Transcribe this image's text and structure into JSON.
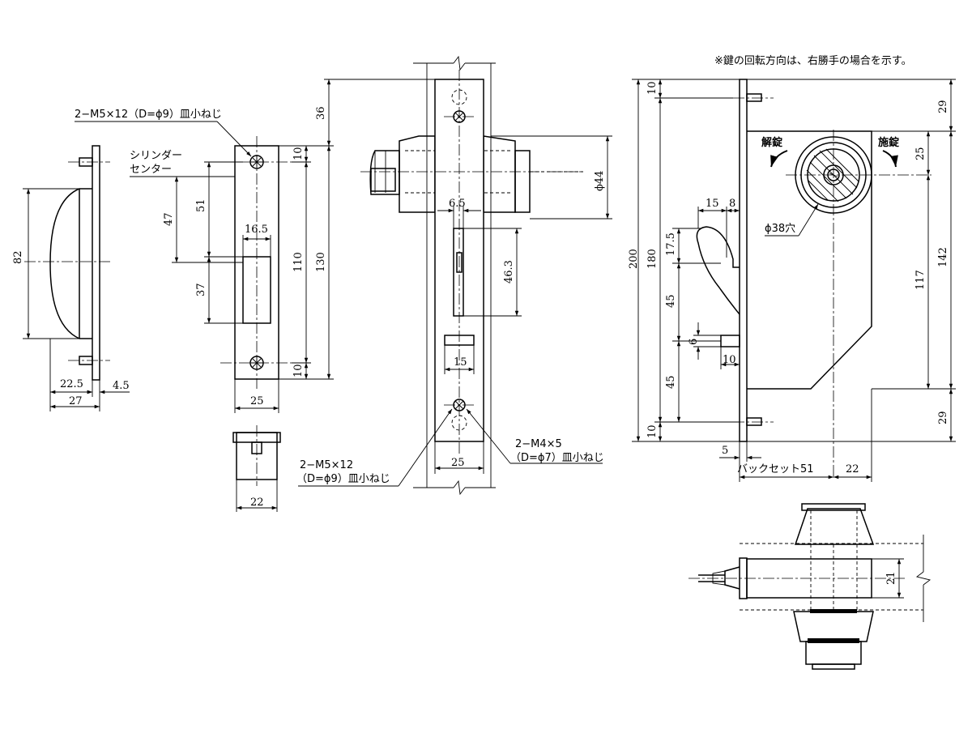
{
  "note": "※鍵の回転方向は、右勝手の場合を示す。",
  "strike_plate": {
    "screw_label": "2−M5×12（D=ϕ9）皿小ねじ",
    "cylinder_center": [
      "シリンダー",
      "センター"
    ],
    "dims": {
      "d36": "36",
      "d10_top": "10",
      "d47": "47",
      "d51": "51",
      "d16_5": "16.5",
      "d37": "37",
      "d110": "110",
      "d130": "130",
      "d10_bot": "10",
      "d25": "25",
      "d22": "22"
    }
  },
  "side_view": {
    "dims": {
      "d82": "82",
      "d22_5": "22.5",
      "d4_5": "4.5",
      "d27": "27"
    }
  },
  "front_view": {
    "dims": {
      "d6_5": "6.5",
      "dia44": "ϕ44",
      "d46_3": "46.3",
      "d15": "15",
      "d25": "25"
    },
    "screw_left": [
      "2−M5×12",
      "（D=ϕ9）皿小ねじ"
    ],
    "screw_right": [
      "2−M4×5",
      "（D=ϕ7）皿小ねじ"
    ]
  },
  "case_view": {
    "unlock": "解錠",
    "lock": "施錠",
    "hole": "ϕ38穴",
    "backset": "バックセット51",
    "dims": {
      "d10_top": "10",
      "d200": "200",
      "d180": "180",
      "d10_bot": "10",
      "d15": "15",
      "d8": "8",
      "d17_5": "17.5",
      "d45_a": "45",
      "d6": "6",
      "d10_bolt": "10",
      "d45_b": "45",
      "d5": "5",
      "d22": "22",
      "d29_top": "29",
      "d25": "25",
      "d142": "142",
      "d117": "117",
      "d29_bot": "29"
    }
  },
  "top_view": {
    "dims": {
      "d21": "21"
    }
  }
}
